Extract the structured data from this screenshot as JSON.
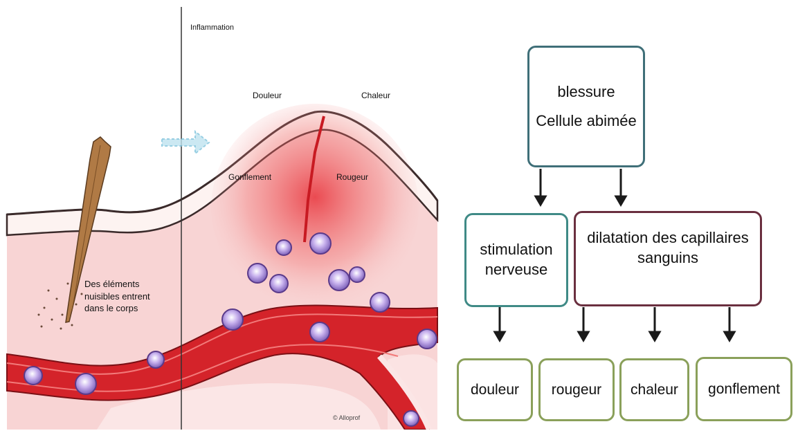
{
  "illustration": {
    "heading": "Inflammation",
    "signs": {
      "pain": "Douleur",
      "heat": "Chaleur",
      "swelling": "Gonflement",
      "redness": "Rougeur"
    },
    "caption_lines": [
      "Des éléments",
      "nuisibles entrent",
      "dans le corps"
    ],
    "credit": "© Alloprof"
  },
  "flowchart": {
    "root": {
      "line1": "blessure",
      "line2": "Cellule abimée"
    },
    "middle": [
      {
        "line1": "stimulation",
        "line2": "nerveuse"
      },
      {
        "line1": "dilatation des capillaires",
        "line2": "sanguins"
      }
    ],
    "leaves": [
      "douleur",
      "rougeur",
      "chaleur",
      "gonflement"
    ]
  },
  "colors": {
    "root_border": "#3f6f78",
    "stimulation_border": "#3f8a86",
    "dilatation_border": "#6a2f3f",
    "leaf_border": "#8aa05a",
    "arrow": "#1a1a1a",
    "blood_vessel": "#d4232a",
    "tissue": "#f6cfcf",
    "white_cell": "#b89be0"
  }
}
